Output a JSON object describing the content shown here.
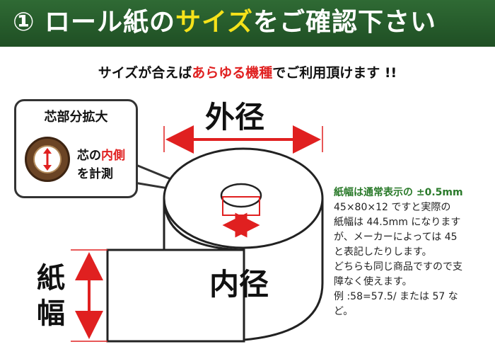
{
  "banner": {
    "number": "①",
    "text_before": "ロール紙の",
    "highlight": "サイズ",
    "text_after": "をご確認下さい"
  },
  "subtitle": {
    "before": "サイズが合えば",
    "highlight": "あらゆる機種",
    "after": "でご利用頂けます !!"
  },
  "callout": {
    "title": "芯部分拡大",
    "line1_before": "芯の",
    "line1_highlight": "内側",
    "line2": "を計測"
  },
  "labels": {
    "outer": "外径",
    "inner": "内径",
    "width_top": "紙",
    "width_bottom": "幅"
  },
  "info": {
    "heading": "紙幅は通常表示の ±0.5mm",
    "line1": "45×80×12 ですと実際の",
    "line2": "紙幅は 44.5mm になります",
    "line3": "が、メーカーによっては 45",
    "line4": "と表記したりします。",
    "line5": "どちらも同じ商品ですので支",
    "line6": "障なく使えます。",
    "line7": "例 :58=57.5/ または 57 な",
    "line8": "ど。"
  },
  "colors": {
    "banner_green": "#2f6a34",
    "highlight_yellow": "#f5e21a",
    "accent_red": "#e02020",
    "info_green": "#2a7a2a"
  }
}
